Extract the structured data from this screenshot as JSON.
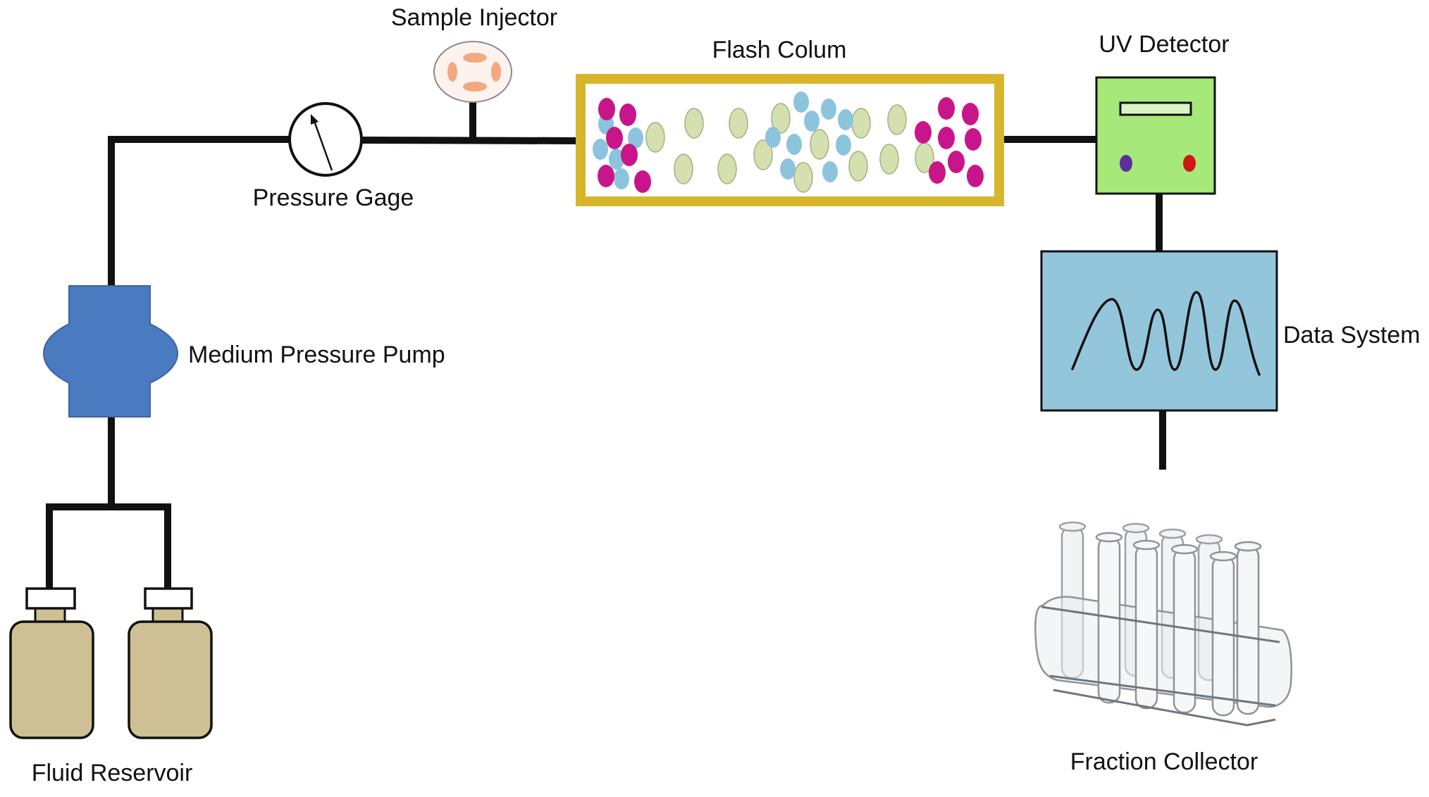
{
  "labels": {
    "sample_injector": "Sample Injector",
    "flash_column": "Flash Colum",
    "uv_detector": "UV Detector",
    "pressure_gage": "Pressure Gage",
    "medium_pressure_pump": "Medium Pressure Pump",
    "data_system": "Data System",
    "fluid_reservoir": "Fluid Reservoir",
    "fraction_collector": "Fraction Collector"
  },
  "colors": {
    "line": "#111111",
    "pump": "#4a7abf",
    "column_border": "#d7b62e",
    "magenta_particle": "#c8158a",
    "blue_particle": "#8cc4de",
    "green_particle": "#d5e0b0",
    "uv_detector": "#a6e87a",
    "uv_knob_left": "#5c2f9e",
    "uv_knob_right": "#d21515",
    "data_system": "#93c6db",
    "reservoir": "#cdc094",
    "injector_ports": "#f3a880"
  }
}
